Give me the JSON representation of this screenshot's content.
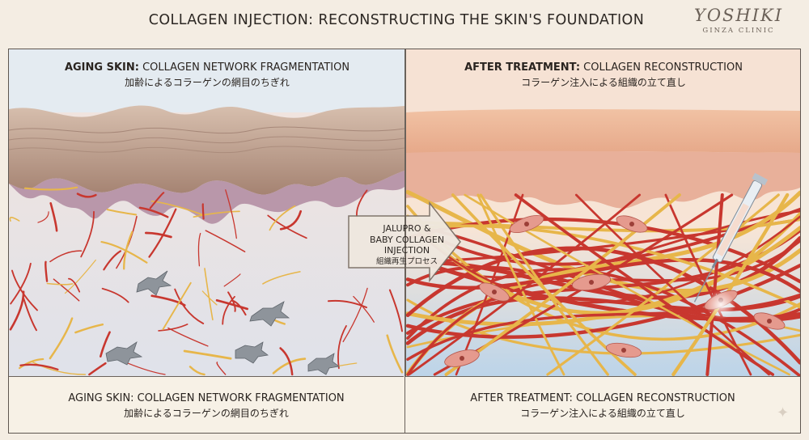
{
  "header": {
    "title": "COLLAGEN INJECTION: RECONSTRUCTING THE SKIN'S FOUNDATION",
    "logo_name": "YOSHIKI",
    "logo_sub": "GINZA CLINIC"
  },
  "left_panel": {
    "head_bold": "AGING SKIN:",
    "head_rest": " COLLAGEN NETWORK FRAGMENTATION",
    "head_jp": "加齢によるコラーゲンの網目のちぎれ",
    "foot_en": "AGING SKIN: COLLAGEN NETWORK FRAGMENTATION",
    "foot_jp": "加齢によるコラーゲンの網目のちぎれ"
  },
  "right_panel": {
    "head_bold": "AFTER TREATMENT:",
    "head_rest": " COLLAGEN RECONSTRUCTION",
    "head_jp": "コラーゲン注入による組織の立て直し",
    "foot_en": "AFTER TREATMENT: COLLAGEN RECONSTRUCTION",
    "foot_jp": "コラーゲン注入による組織の立て直し"
  },
  "arrow": {
    "line1": "JALUPRO &",
    "line2": "BABY COLLAGEN",
    "line3": "INJECTION",
    "jp": "組織再生プロセス"
  },
  "icons": {
    "sparkle": "sparkle-icon",
    "syringe": "syringe-icon",
    "arrow": "arrow-right-icon"
  },
  "colors": {
    "collagen_red": "#c8372f",
    "collagen_yellow": "#e7b64a",
    "dermis_pink": "#f2d3c8",
    "fibroblast": "#8e949b",
    "fibroblast_healthy": "#e59a8e"
  }
}
